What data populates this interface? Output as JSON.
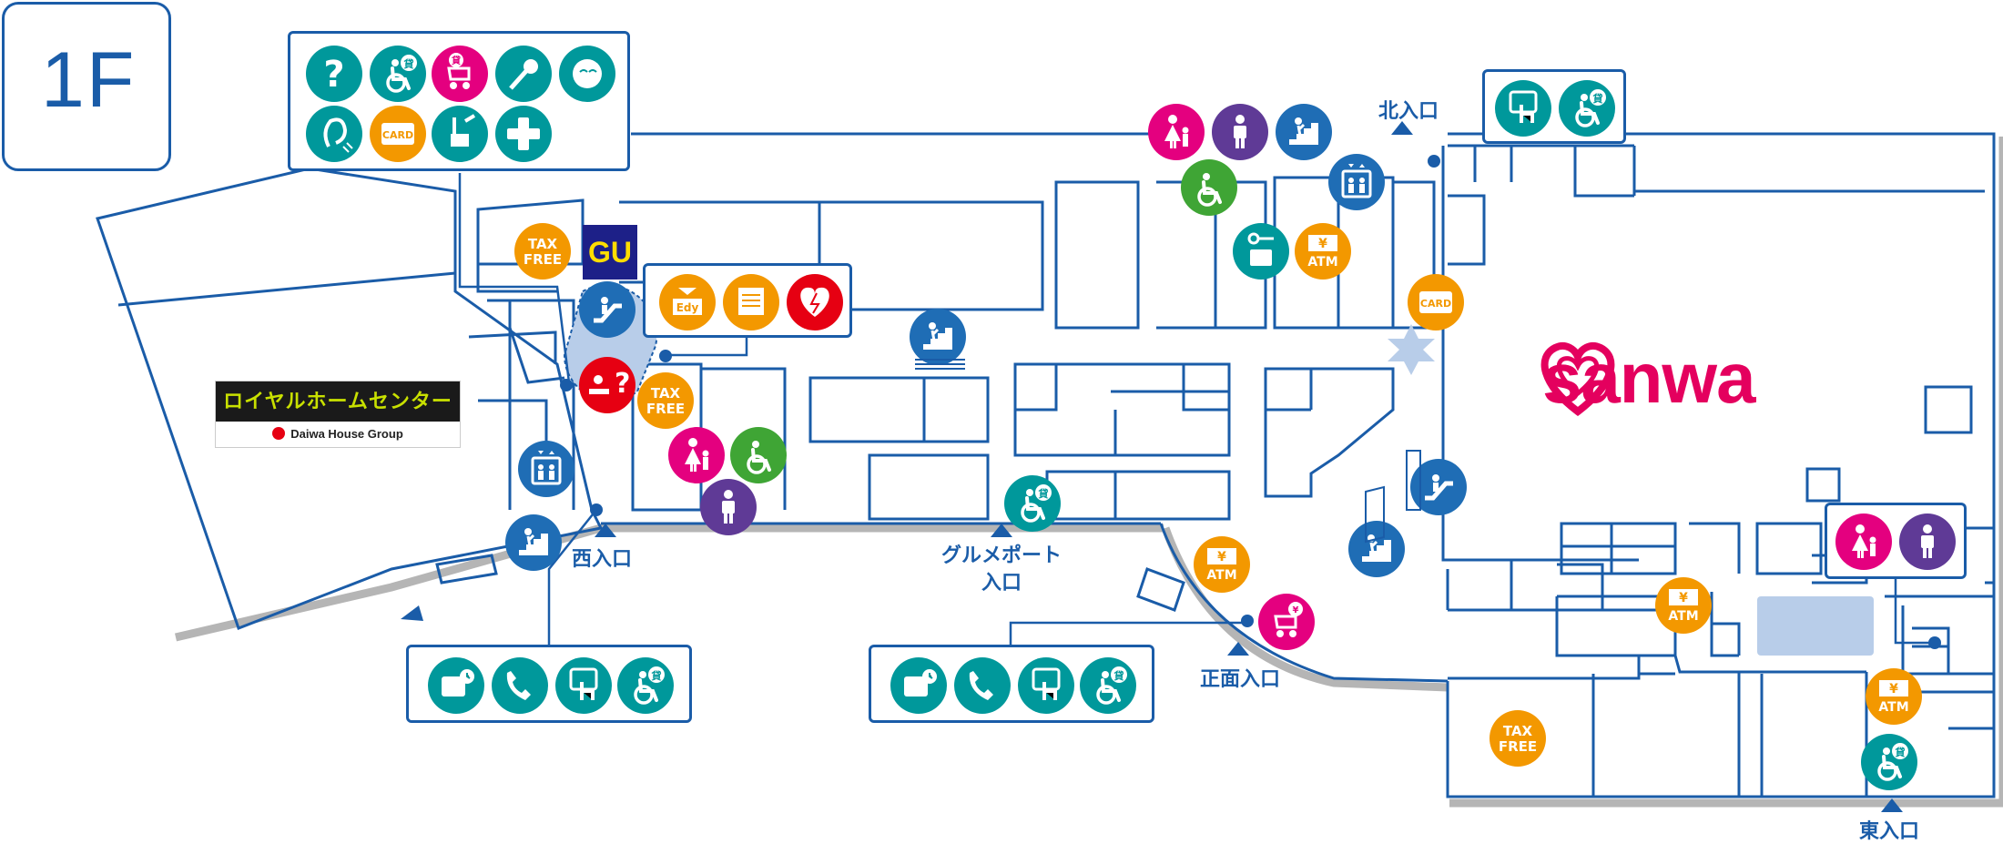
{
  "floor": {
    "label": "1F"
  },
  "colors": {
    "line": "#1a5ca8",
    "teal": "#00989b",
    "orange": "#f39800",
    "blue": "#1f6db5",
    "red": "#e60012",
    "magenta": "#e4007f",
    "purple": "#5f3a96",
    "green": "#3fa535",
    "navy": "#1d2088",
    "shadow": "#b5b5b5",
    "highlight": "#b8cde9"
  },
  "tenants": {
    "royal_home_center": {
      "logo_text": "ロイヤルホームセンター",
      "group_text": "Daiwa House Group"
    },
    "gu": {
      "logo_text": "GU"
    },
    "sanwa": {
      "logo_text": "sanwa"
    }
  },
  "entrances": {
    "north": "北入口",
    "west": "西入口",
    "gourmet_port": "グルメポート",
    "gourmet_port_sub": "入口",
    "front": "正面入口",
    "east": "東入口"
  },
  "icon_text": {
    "tax_free_1": "TAX",
    "tax_free_2": "FREE",
    "atm": "ATM",
    "yen": "¥",
    "card": "CARD",
    "edy": "Edy",
    "kashi": "貸"
  },
  "legend_top": {
    "icons": [
      "information-icon",
      "wheelchair-rental-icon",
      "stroller-rental-icon",
      "microphone-icon",
      "lost-child-icon",
      "hearing-aid-icon",
      "card-counter-icon",
      "card-key-icon",
      "first-aid-icon"
    ]
  },
  "legend_bottom_left": {
    "icons": [
      "bus-timetable-icon",
      "telephone-icon",
      "touch-panel-icon",
      "wheelchair-rental-icon"
    ]
  },
  "legend_bottom_center": {
    "icons": [
      "bus-timetable-icon",
      "telephone-icon",
      "touch-panel-icon",
      "wheelchair-rental-icon"
    ]
  },
  "legend_escalator_box": {
    "icons": [
      "edy-charge-icon",
      "receipt-icon",
      "aed-icon"
    ]
  },
  "legend_restroom_box": {
    "icons": [
      "womens-restroom-icon",
      "mens-restroom-icon"
    ]
  }
}
